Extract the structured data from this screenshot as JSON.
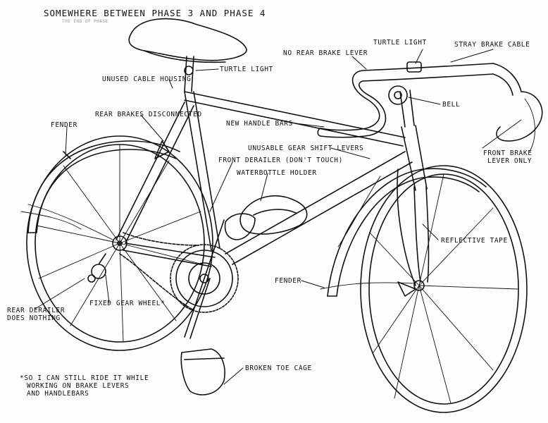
{
  "title": "Somewhere between phase 3 and phase 4",
  "subtitle": "the end of phase",
  "labels": {
    "turtle_light_top": "Turtle light",
    "stray_brake_cable": "Stray brake cable",
    "no_rear_brake_lever": "No rear brake lever",
    "turtle_light_seat": "Turtle light",
    "unused_cable_housing": "Unused cable housing",
    "bell": "Bell",
    "rear_brakes_disconnected": "Rear brakes disconnected",
    "new_handlebars": "New handle bars",
    "fender_rear": "Fender",
    "unusable_gear_shift_levers": "Unusable gear shift levers",
    "front_brake_lever_only_1": "Front brake",
    "front_brake_lever_only_2": "lever only",
    "front_derailer": "Front derailer (don't touch)",
    "waterbottle_holder": "Waterbottle holder",
    "reflective_tape": "Reflective tape",
    "fender_front": "Fender",
    "fixed_gear_wheel": "Fixed gear wheel*",
    "rear_derailer_1": "Rear derailer",
    "rear_derailer_2": "does nothing",
    "footnote_1": "*So I can still ride it while",
    "footnote_2": "working on brake levers",
    "footnote_3": "and handlebars",
    "broken_toe_cage": "Broken toe cage"
  }
}
